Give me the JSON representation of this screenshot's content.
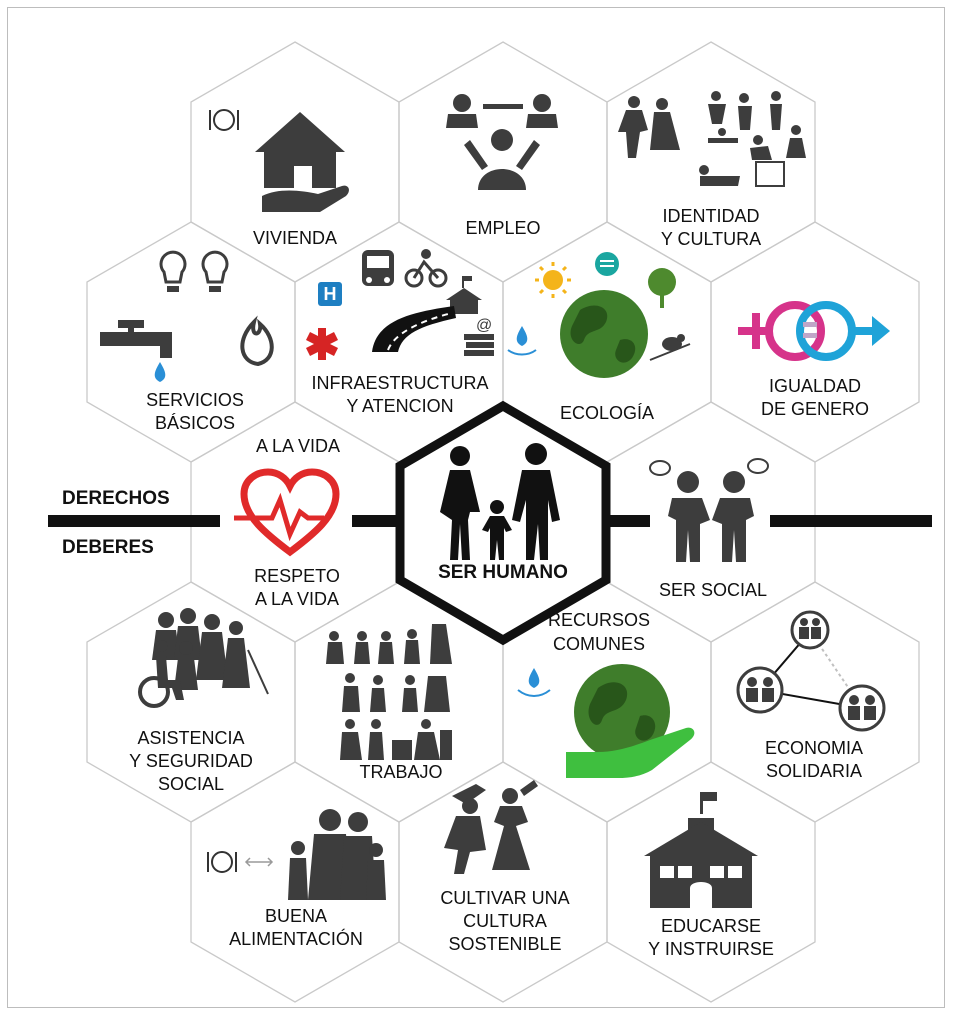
{
  "center": {
    "label": "SER HUMANO"
  },
  "side": {
    "rights": "DERECHOS",
    "duties": "DEBERES"
  },
  "tiles": {
    "vivienda": {
      "line1": "VIVIENDA"
    },
    "empleo": {
      "line1": "EMPLEO"
    },
    "identidad": {
      "line1": "IDENTIDAD",
      "line2": "Y CULTURA"
    },
    "servicios": {
      "line1": "SERVICIOS",
      "line2": "BÁSICOS"
    },
    "infra": {
      "line1": "INFRAESTRUCTURA",
      "line2": "Y ATENCION"
    },
    "ecologia": {
      "line1": "ECOLOGÍA"
    },
    "igualdad": {
      "line1": "IGUALDAD",
      "line2": "DE GENERO"
    },
    "vida": {
      "line1": "A LA VIDA"
    },
    "respeto": {
      "line1": "RESPETO",
      "line2": "A LA VIDA"
    },
    "social": {
      "line1": "SER SOCIAL"
    },
    "asistencia": {
      "line1": "ASISTENCIA",
      "line2": "Y SEGURIDAD",
      "line3": "SOCIAL"
    },
    "trabajo": {
      "line1": "TRABAJO"
    },
    "recursos": {
      "line1": "RECURSOS",
      "line2": "COMUNES"
    },
    "economia": {
      "line1": "ECONOMIA",
      "line2": "SOLIDARIA"
    },
    "alimentacion": {
      "line1": "BUENA",
      "line2": "ALIMENTACIÓN"
    },
    "cultivar": {
      "line1": "CULTIVAR UNA",
      "line2": "CULTURA",
      "line3": "SOSTENIBLE"
    },
    "educarse": {
      "line1": "EDUCARSE",
      "line2": "Y INSTRUIRSE"
    }
  },
  "colors": {
    "heart": "#e02a2a",
    "medical": "#d62424",
    "hospital": "#1e7fc2",
    "water": "#2a8fd6",
    "sun": "#f4b41a",
    "globe": "#3f7d2b",
    "hand": "#3fbf3f",
    "gender_magenta": "#d6338a",
    "gender_blue": "#1fa3d8"
  }
}
